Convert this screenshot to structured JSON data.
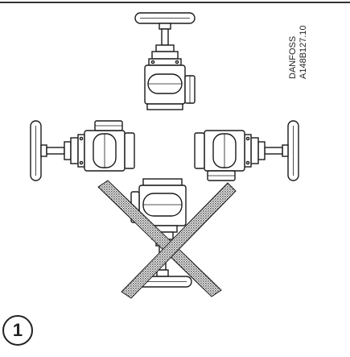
{
  "figure": {
    "reference_lines": [
      "DANFOSS",
      "A148B127.10"
    ],
    "step_number": "1",
    "colors": {
      "line": "#1a1a1a",
      "body_fill": "#ffffff",
      "cross_fill": "#9a9a9a",
      "rule": "#333333"
    },
    "orientations": [
      {
        "position": "top",
        "allowed": true
      },
      {
        "position": "left",
        "allowed": true
      },
      {
        "position": "right",
        "allowed": true
      },
      {
        "position": "bottom",
        "allowed": false
      }
    ]
  }
}
